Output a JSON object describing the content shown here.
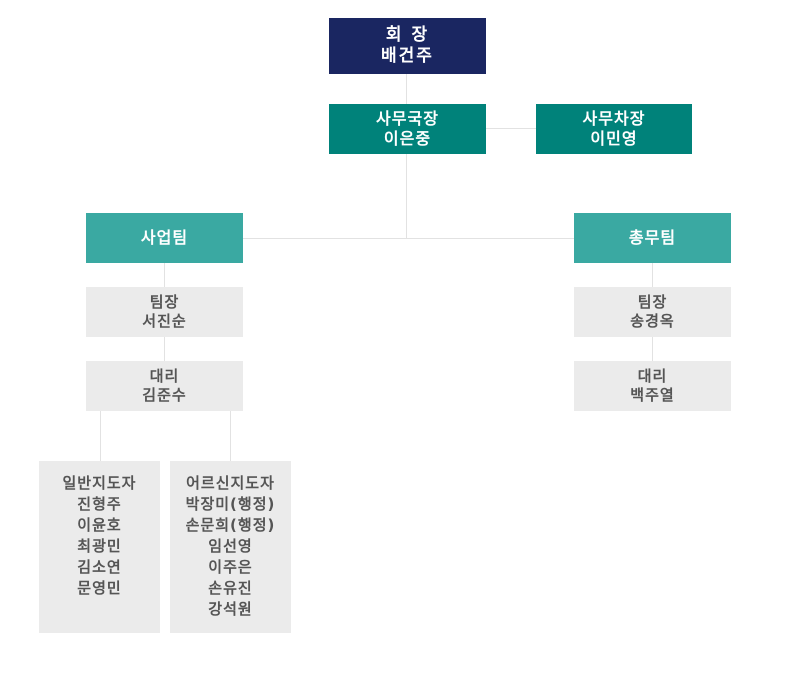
{
  "chairman": {
    "title": "회 장",
    "name": "배건주"
  },
  "secretary_general": {
    "title": "사무국장",
    "name": "이은중"
  },
  "deputy_secretary": {
    "title": "사무차장",
    "name": "이민영"
  },
  "business_team": {
    "name": "사업팀",
    "leader": {
      "title": "팀장",
      "name": "서진순"
    },
    "assistant": {
      "title": "대리",
      "name": "김준수"
    },
    "general_instructors": {
      "title": "일반지도자",
      "members": [
        "진형주",
        "이윤호",
        "최광민",
        "김소연",
        "문영민"
      ]
    },
    "senior_instructors": {
      "title": "어르신지도자",
      "members": [
        "박장미(행정)",
        "손문희(행정)",
        "임선영",
        "이주은",
        "손유진",
        "강석원"
      ]
    }
  },
  "general_affairs_team": {
    "name": "총무팀",
    "leader": {
      "title": "팀장",
      "name": "송경옥"
    },
    "assistant": {
      "title": "대리",
      "name": "백주열"
    }
  }
}
